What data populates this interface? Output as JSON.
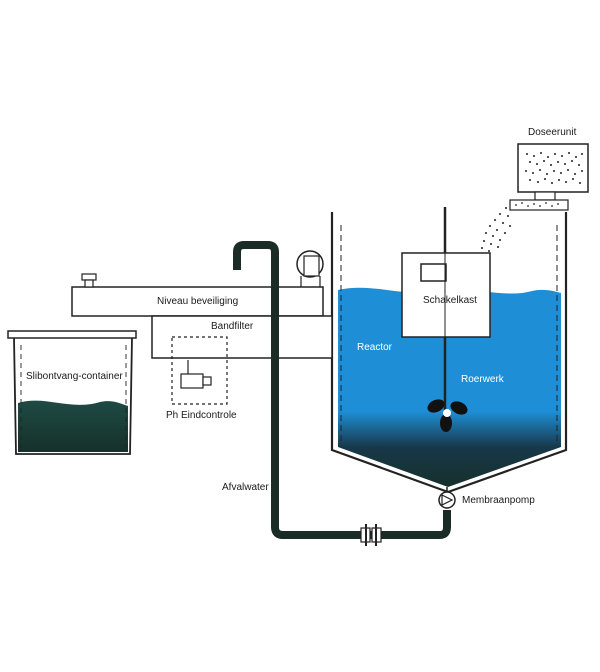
{
  "labels": {
    "doseerunit": "Doseerunit",
    "schakelkast": "Schakelkast",
    "niveau_beveiliging": "Niveau beveiliging",
    "bandfilter": "Bandfilter",
    "slibontvang_container": "Slibontvang-container",
    "ph_eindcontrole": "Ph Eindcontrole",
    "reactor": "Reactor",
    "roerwerk": "Roerwerk",
    "afvalwater": "Afvalwater",
    "membraanpomp": "Membraanpomp"
  },
  "colors": {
    "water_blue": "#1e8fd6",
    "sludge_dark": "#16302a",
    "line": "#222222",
    "pipe": "#1b2b26"
  }
}
